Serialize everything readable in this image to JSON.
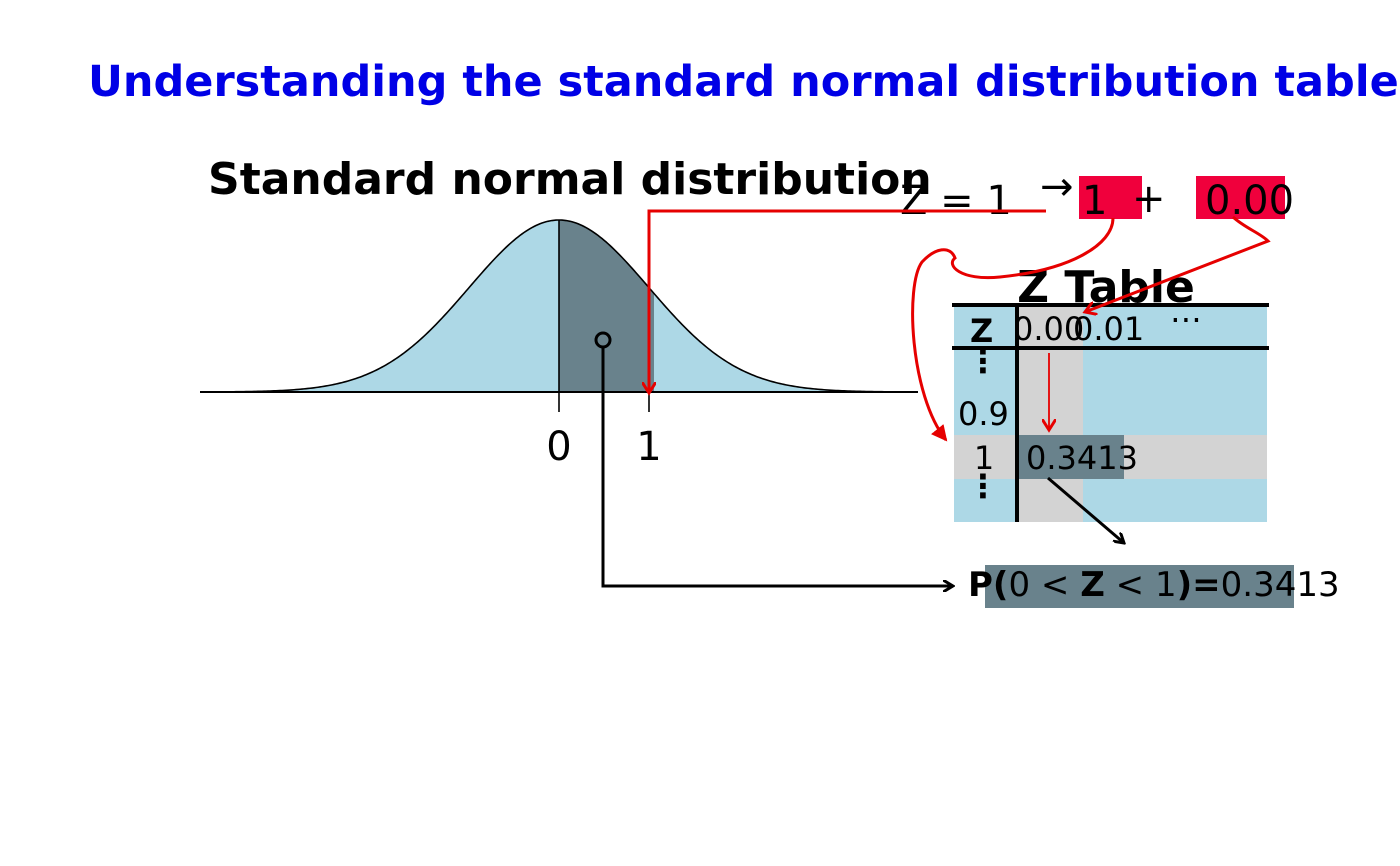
{
  "title": "Understanding the standard normal distribution table",
  "graph": {
    "heading": "Standard normal distribution",
    "tick_zero": "0",
    "tick_one": "1"
  },
  "equation": {
    "lhs": "Z = 1",
    "arrow": "→",
    "integer_part": "1",
    "plus": "+",
    "decimal_part": "0.00"
  },
  "z_table": {
    "title": "Z Table",
    "header_z": "Z",
    "col_0": "0.00",
    "col_1": "0.01",
    "col_more": "⋯",
    "row_dots_top": "⋮",
    "row_09": "0.9",
    "row_1": "1",
    "row_dots_bottom": "⋮",
    "cell_value": "0.3413"
  },
  "result": {
    "p_open": "P(",
    "lower": "0 < ",
    "var": "Z",
    "upper": " < 1",
    "close_eq": ")=",
    "value": "0.3413"
  },
  "colors": {
    "title": "#0000e6",
    "curve_fill": "#add8e6",
    "area_fill": "#69828c",
    "highlight": "#f0003c",
    "row_highlight": "#d3d3d3",
    "arrow": "#e60000"
  }
}
